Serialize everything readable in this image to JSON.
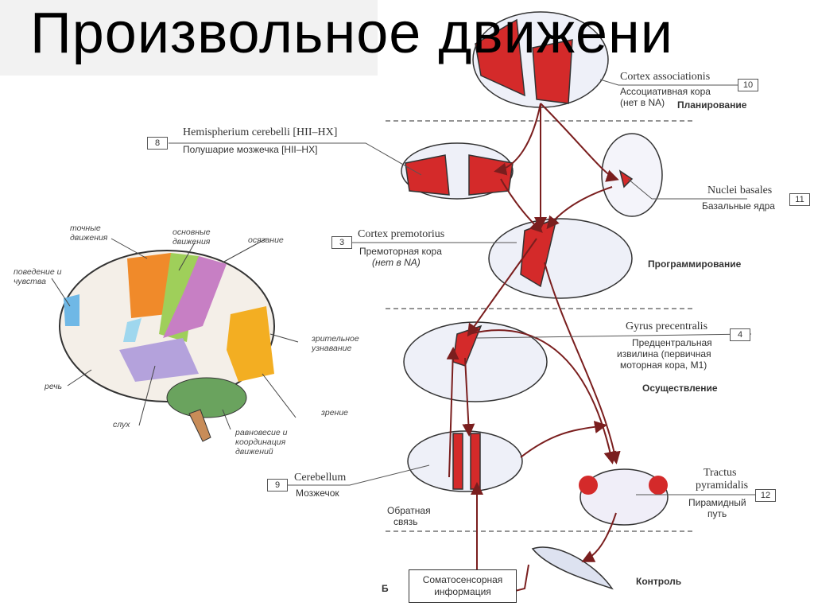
{
  "slide": {
    "title": "Произвольное движени"
  },
  "left_brain": {
    "labels": [
      "точные движения",
      "основные движения",
      "осязание",
      "поведение и чувства",
      "зрительное узнавание",
      "речь",
      "слух",
      "зрение",
      "равновесие и координация движений"
    ]
  },
  "diagram": {
    "structures": [
      {
        "number": "10",
        "latin": "Cortex associationis",
        "russian": "Ассоциативная кора",
        "note": "(нет в NA)"
      },
      {
        "number": "8",
        "latin": "Hemispherium cerebelli [HII–HX]",
        "russian": "Полушарие мозжечка [HII–HX]"
      },
      {
        "number": "11",
        "latin": "Nuclei basales",
        "russian": "Базальные ядра"
      },
      {
        "number": "3",
        "latin": "Cortex premotorius",
        "russian": "Премоторная кора",
        "note": "(нет в NA)"
      },
      {
        "number": "4",
        "latin": "Gyrus precentralis",
        "russian": "Предцентральная извилина (первичная моторная кора, M1)",
        "russian_lines": [
          "Предцентральная",
          "извилина (первичная",
          "моторная кора, M1)"
        ]
      },
      {
        "number": "9",
        "latin": "Cerebellum",
        "russian": "Мозжечок"
      },
      {
        "number": "12",
        "latin": "Tractus pyramidalis",
        "russian": "Пирамидный путь",
        "latin_lines": [
          "Tractus",
          "pyramidalis"
        ],
        "russian_lines": [
          "Пирамидный",
          "путь"
        ]
      }
    ],
    "stages": [
      "Планирование",
      "Программирование",
      "Осуществление",
      "Контроль"
    ],
    "feedback": [
      "Обратная",
      "связь"
    ],
    "somatosensory": [
      "Соматосенсорная",
      "информация"
    ],
    "panel_letter": "Б"
  },
  "colors": {
    "red": "#d42a2a",
    "arrow": "#7a1e1e"
  }
}
